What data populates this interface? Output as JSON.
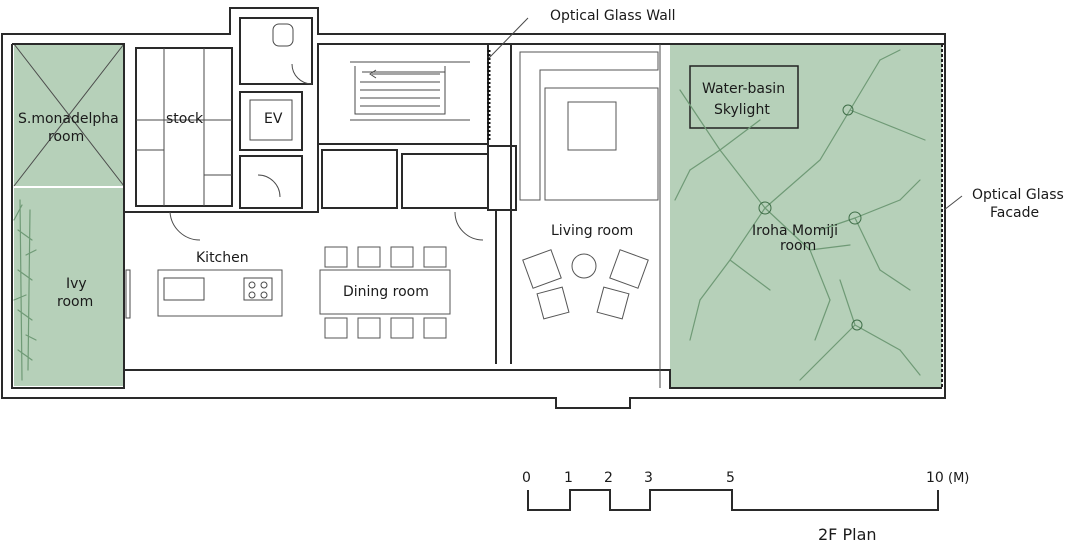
{
  "labels": {
    "optical_glass_wall": "Optical Glass Wall",
    "optical_glass_facade_1": "Optical Glass",
    "optical_glass_facade_2": "Facade",
    "s_monadelpha_1": "S.monadelpha",
    "s_monadelpha_2": "room",
    "stock": "stock",
    "ev": "EV",
    "ivy_1": "Ivy",
    "ivy_2": "room",
    "kitchen": "Kitchen",
    "dining": "Dining room",
    "living": "Living room",
    "water_basin_1": "Water-basin",
    "water_basin_2": "Skylight",
    "iroha_1": "Iroha Momiji",
    "iroha_2": "room",
    "plan_title": "2F Plan"
  },
  "scale_bar": {
    "ticks": [
      "0",
      "1",
      "2",
      "3",
      "5",
      "10"
    ],
    "unit": "(M)"
  },
  "colors": {
    "garden_fill": "#a9c8ad",
    "wall": "#2a2a2a"
  }
}
